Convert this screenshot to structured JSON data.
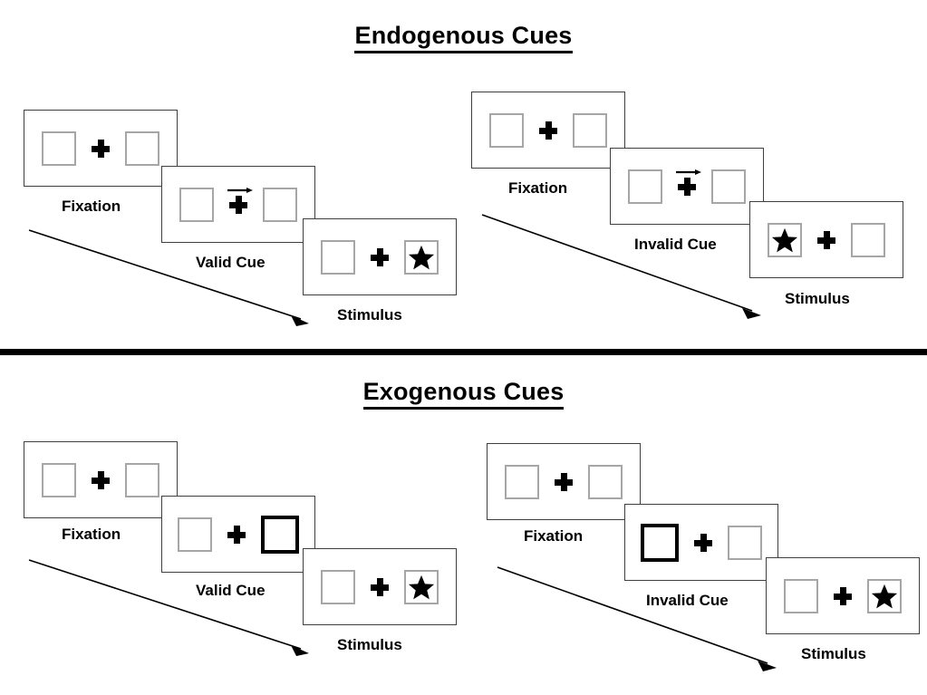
{
  "sections": [
    {
      "id": "endogenous",
      "title": "Endogenous Cues",
      "groups": [
        {
          "id": "endogenous-valid",
          "cue_type": "arrow",
          "cue_direction": "right",
          "stages": [
            {
              "id": "fixation",
              "label": "Fixation",
              "cue_side": "none",
              "target_side": "none"
            },
            {
              "id": "cue",
              "label": "Valid Cue",
              "cue_side": "right",
              "target_side": "none"
            },
            {
              "id": "stimulus",
              "label": "Stimulus",
              "cue_side": "none",
              "target_side": "right"
            }
          ]
        },
        {
          "id": "endogenous-invalid",
          "cue_type": "arrow",
          "cue_direction": "right",
          "stages": [
            {
              "id": "fixation",
              "label": "Fixation",
              "cue_side": "none",
              "target_side": "none"
            },
            {
              "id": "cue",
              "label": "Invalid Cue",
              "cue_side": "right",
              "target_side": "none"
            },
            {
              "id": "stimulus",
              "label": "Stimulus",
              "cue_side": "none",
              "target_side": "left"
            }
          ]
        }
      ]
    },
    {
      "id": "exogenous",
      "title": "Exogenous Cues",
      "groups": [
        {
          "id": "exogenous-valid",
          "cue_type": "box-highlight",
          "cue_direction": "right",
          "stages": [
            {
              "id": "fixation",
              "label": "Fixation",
              "cue_side": "none",
              "target_side": "none"
            },
            {
              "id": "cue",
              "label": "Valid Cue",
              "cue_side": "right",
              "target_side": "none"
            },
            {
              "id": "stimulus",
              "label": "Stimulus",
              "cue_side": "none",
              "target_side": "right"
            }
          ]
        },
        {
          "id": "exogenous-invalid",
          "cue_type": "box-highlight",
          "cue_direction": "left",
          "stages": [
            {
              "id": "fixation",
              "label": "Fixation",
              "cue_side": "none",
              "target_side": "none"
            },
            {
              "id": "cue",
              "label": "Invalid Cue",
              "cue_side": "left",
              "target_side": "none"
            },
            {
              "id": "stimulus",
              "label": "Stimulus",
              "cue_side": "none",
              "target_side": "right"
            }
          ]
        }
      ]
    }
  ],
  "labels": {
    "endogenous_title": "Endogenous Cues",
    "exogenous_title": "Exogenous Cues",
    "fixation": "Fixation",
    "valid_cue": "Valid Cue",
    "invalid_cue": "Invalid Cue",
    "stimulus": "Stimulus"
  },
  "icons": {
    "fixation_cross": "fixation-cross-icon",
    "arrow_cue": "arrow-right-cue-icon",
    "star_target": "star-target-icon",
    "time_arrow": "time-flow-arrow-icon"
  },
  "colors": {
    "ink": "#000000",
    "frame_border": "#3f3f3f",
    "box_border": "#a6a6a6",
    "cued_box_border": "#000000",
    "background": "#ffffff"
  }
}
